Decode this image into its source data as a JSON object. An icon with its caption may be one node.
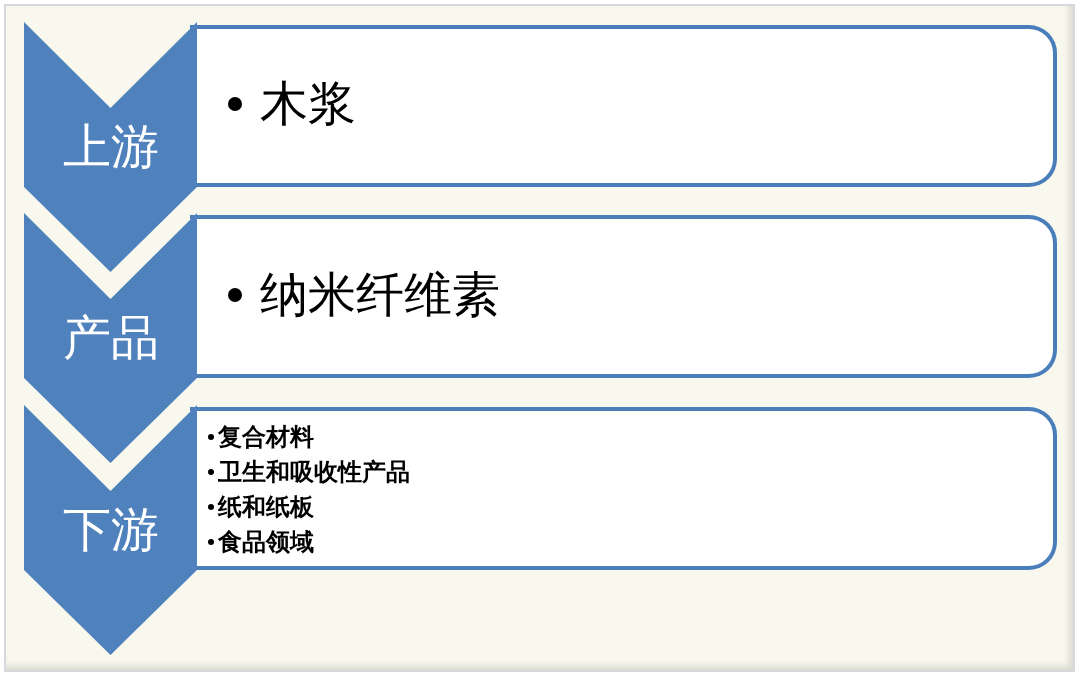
{
  "diagram": {
    "nodes": [
      {
        "text": [
          "上游"
        ]
      },
      {
        "text": [
          "木浆"
        ]
      },
      {
        "text": [
          "产品"
        ]
      },
      {
        "text": [
          "纳米纤维素"
        ]
      },
      {
        "text": [
          "下游"
        ]
      },
      {
        "text": [
          "复合材料",
          "卫生和吸收性产品",
          "纸和纸板",
          "食品领域"
        ]
      }
    ]
  }
}
